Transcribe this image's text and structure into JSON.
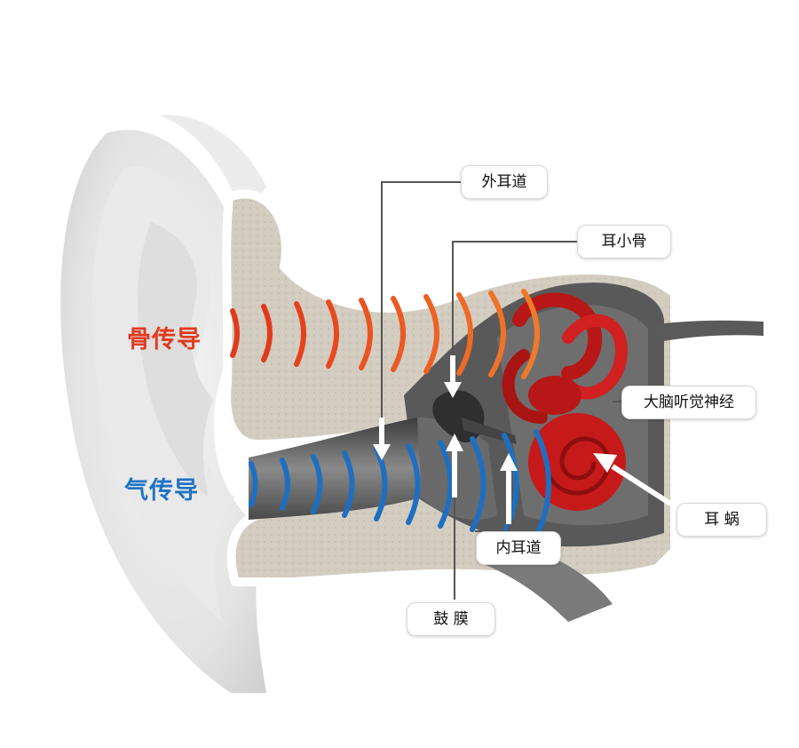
{
  "labels": {
    "bone_conduction": "骨传导",
    "air_conduction": "气传导",
    "outer_ear_canal": "外耳道",
    "ossicles": "耳小骨",
    "auditory_nerve": "大脑听觉神经",
    "cochlea": "耳 蜗",
    "inner_ear_canal": "内耳道",
    "eardrum": "鼓 膜"
  },
  "colors": {
    "bone_waves": "#e8461c",
    "air_waves": "#1f6fc0",
    "bone_label": "#e03a1e",
    "air_label": "#1f73c4",
    "skull_tissue": "#d3ccc0",
    "cochlea_red": "#c61a1a",
    "leader_line": "#555555"
  },
  "icons": [
    "arrow-up-icon",
    "arrow-down-icon"
  ]
}
